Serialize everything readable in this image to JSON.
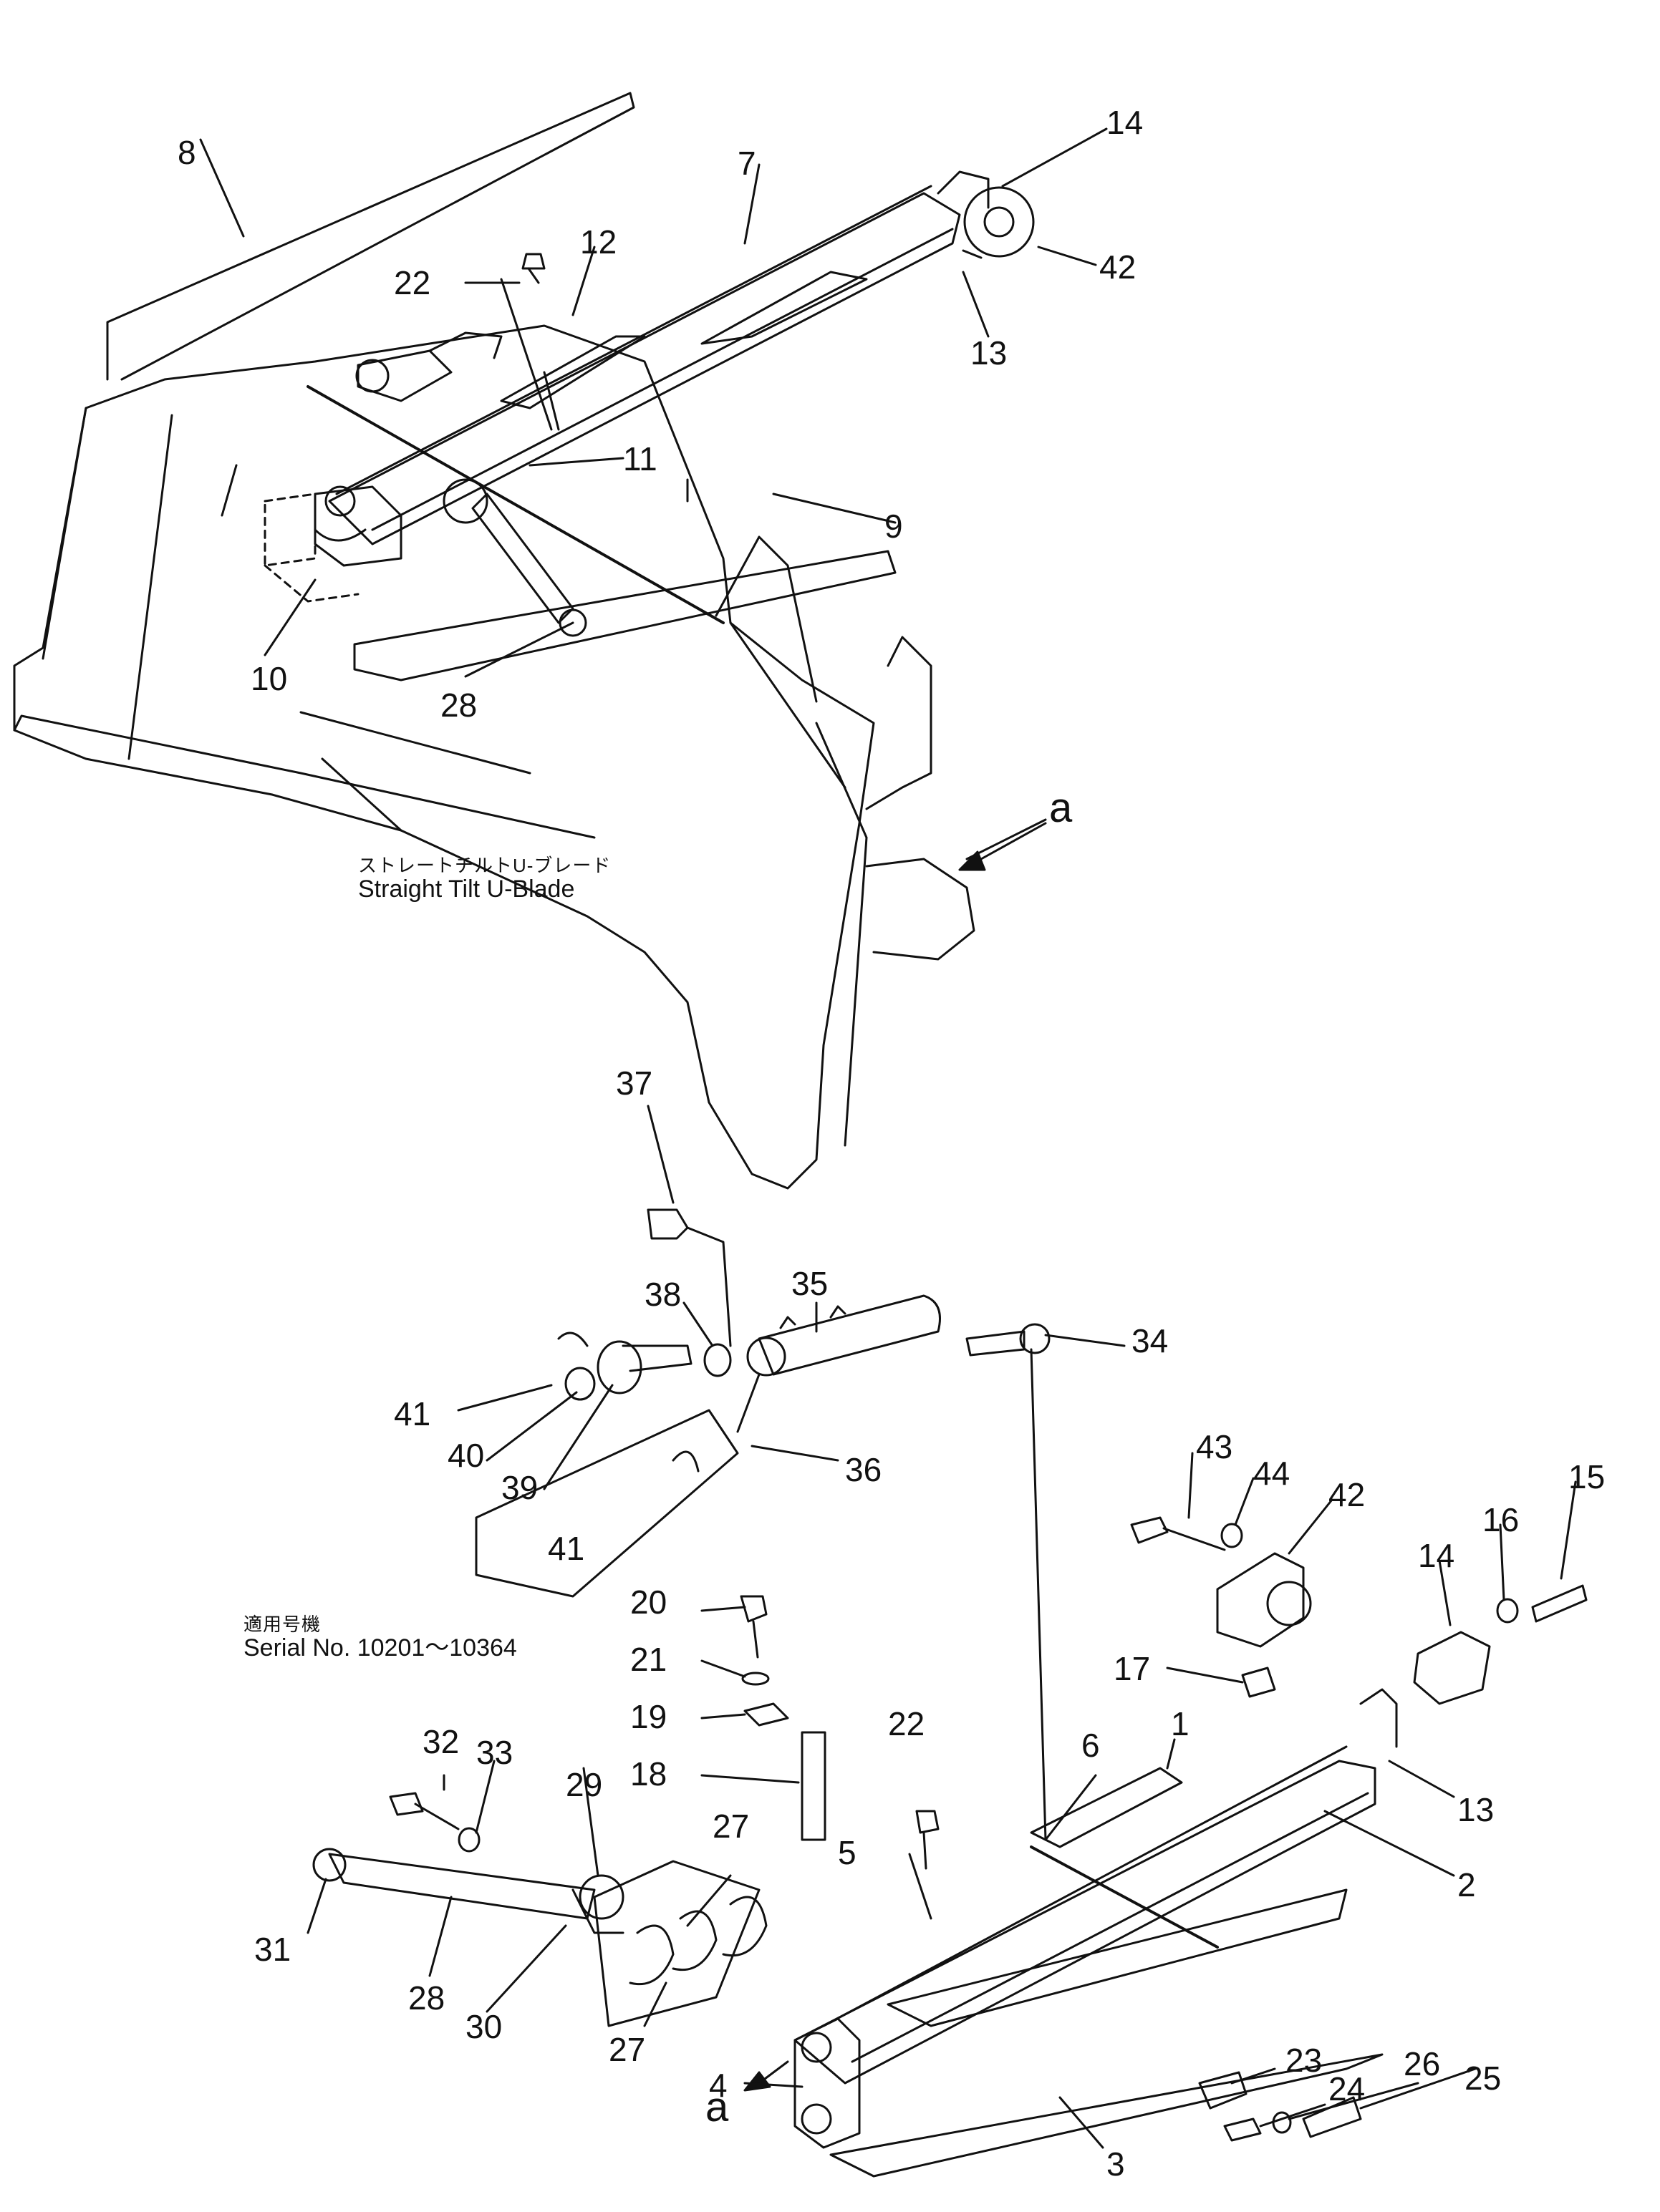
{
  "diagram": {
    "blade_caption_jp": "ストレートチルトU-ブレード",
    "blade_caption_en": "Straight Tilt U-Blade",
    "serial_caption_jp": "適用号機",
    "serial_caption_en": "Serial No. 10201～10364",
    "view_marker": "a",
    "callouts": [
      "1",
      "2",
      "3",
      "4",
      "5",
      "6",
      "7",
      "8",
      "9",
      "10",
      "11",
      "12",
      "13",
      "14",
      "15",
      "16",
      "17",
      "18",
      "19",
      "20",
      "21",
      "22",
      "23",
      "24",
      "25",
      "26",
      "27",
      "28",
      "29",
      "30",
      "31",
      "32",
      "33",
      "34",
      "35",
      "36",
      "37",
      "38",
      "39",
      "40",
      "41",
      "42",
      "43",
      "44"
    ]
  }
}
